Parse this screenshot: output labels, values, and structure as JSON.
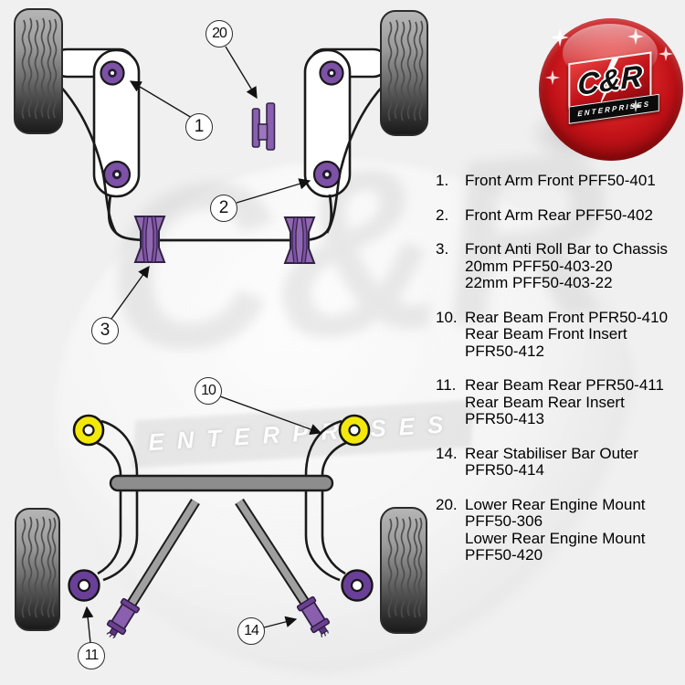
{
  "logo": {
    "name": "C&R",
    "banner": "ENTERPRISES"
  },
  "watermark": {
    "name": "C&R",
    "banner": "ENTERPRISES"
  },
  "callouts": [
    {
      "label": "20"
    },
    {
      "label": "1"
    },
    {
      "label": "2"
    },
    {
      "label": "3"
    },
    {
      "label": "10"
    },
    {
      "label": "11"
    },
    {
      "label": "14"
    }
  ],
  "parts_list": [
    {
      "num": "1.",
      "lines": [
        "Front Arm Front PFF50-401"
      ]
    },
    {
      "num": "2.",
      "lines": [
        "Front Arm Rear PFF50-402"
      ]
    },
    {
      "num": "3.",
      "lines": [
        "Front Anti Roll Bar to Chassis",
        "20mm PFF50-403-20",
        "22mm PFF50-403-22"
      ]
    },
    {
      "num": "10.",
      "lines": [
        "Rear Beam Front PFR50-410",
        "Rear Beam Front Insert",
        "PFR50-412"
      ]
    },
    {
      "num": "11.",
      "lines": [
        "Rear Beam Rear PFR50-411",
        "Rear Beam Rear Insert",
        "PFR50-413"
      ]
    },
    {
      "num": "14.",
      "lines": [
        "Rear Stabiliser Bar Outer",
        "PFR50-414"
      ]
    },
    {
      "num": "20.",
      "lines": [
        "Lower Rear Engine Mount",
        "PFF50-306",
        "Lower Rear Engine Mount",
        "PFF50-420"
      ]
    }
  ],
  "colors": {
    "bush_purple": "#7d51a5",
    "bush_yellow": "#f3e80b",
    "logo_red": "#c01218",
    "beam_gray": "#8d8d8d"
  }
}
